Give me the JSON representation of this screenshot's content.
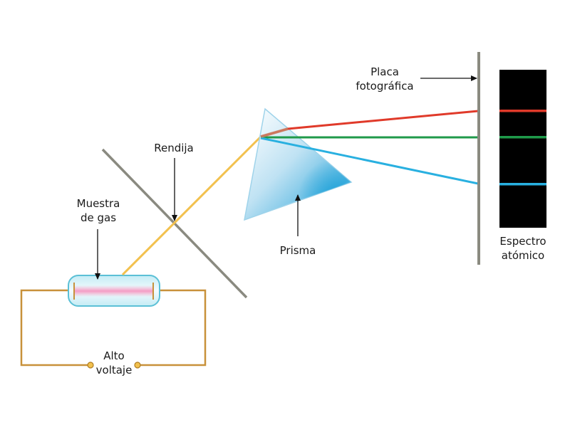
{
  "labels": {
    "rendija": "Rendija",
    "muestra_line1": "Muestra",
    "muestra_line2": "de gas",
    "alto_line1": "Alto",
    "alto_line2": "voltaje",
    "prisma": "Prisma",
    "placa_line1": "Placa",
    "placa_line2": "fotográfica",
    "espectro_line1": "Espectro",
    "espectro_line2": "atómico"
  },
  "colors": {
    "wire": "#c8913a",
    "incident_beam": "#f2c14e",
    "slit": "#8a8a80",
    "plate": "#8a8a80",
    "tube_border": "#5bc0d6",
    "tube_fill": "#d6f0f6",
    "gas_glow": "#f4a6c8",
    "electrode": "#c8913a",
    "prism": "#8fcbe8",
    "spectrum_background": "#000000",
    "line_red": "#e03a2a",
    "line_green": "#1f9a4a",
    "line_blue": "#29b0e0",
    "arrow": "#111111"
  }
}
